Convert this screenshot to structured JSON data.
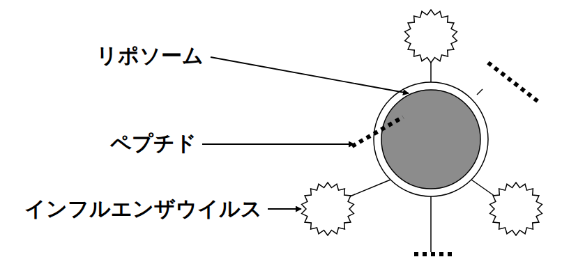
{
  "diagram": {
    "labels": [
      "リポソーム",
      "ペプチド",
      "インフルエンザウイルス"
    ]
  }
}
